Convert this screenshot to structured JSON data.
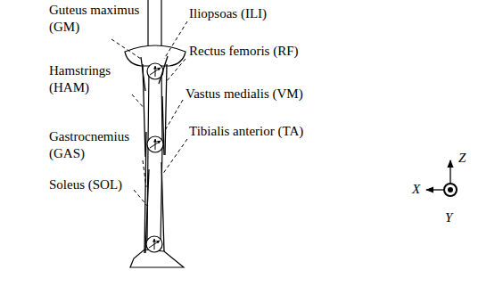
{
  "diagram": {
    "labels": [
      "Guteus maximus (GM)",
      "Iliopsoas (ILI)",
      "Hamstrings (HAM)",
      "Rectus femoris (RF)",
      "Vastus medialis (VM)",
      "Gastrocnemius (GAS)",
      "Tibialis anterior (TA)",
      "Soleus (SOL)",
      "Z",
      "X",
      "Y"
    ]
  }
}
